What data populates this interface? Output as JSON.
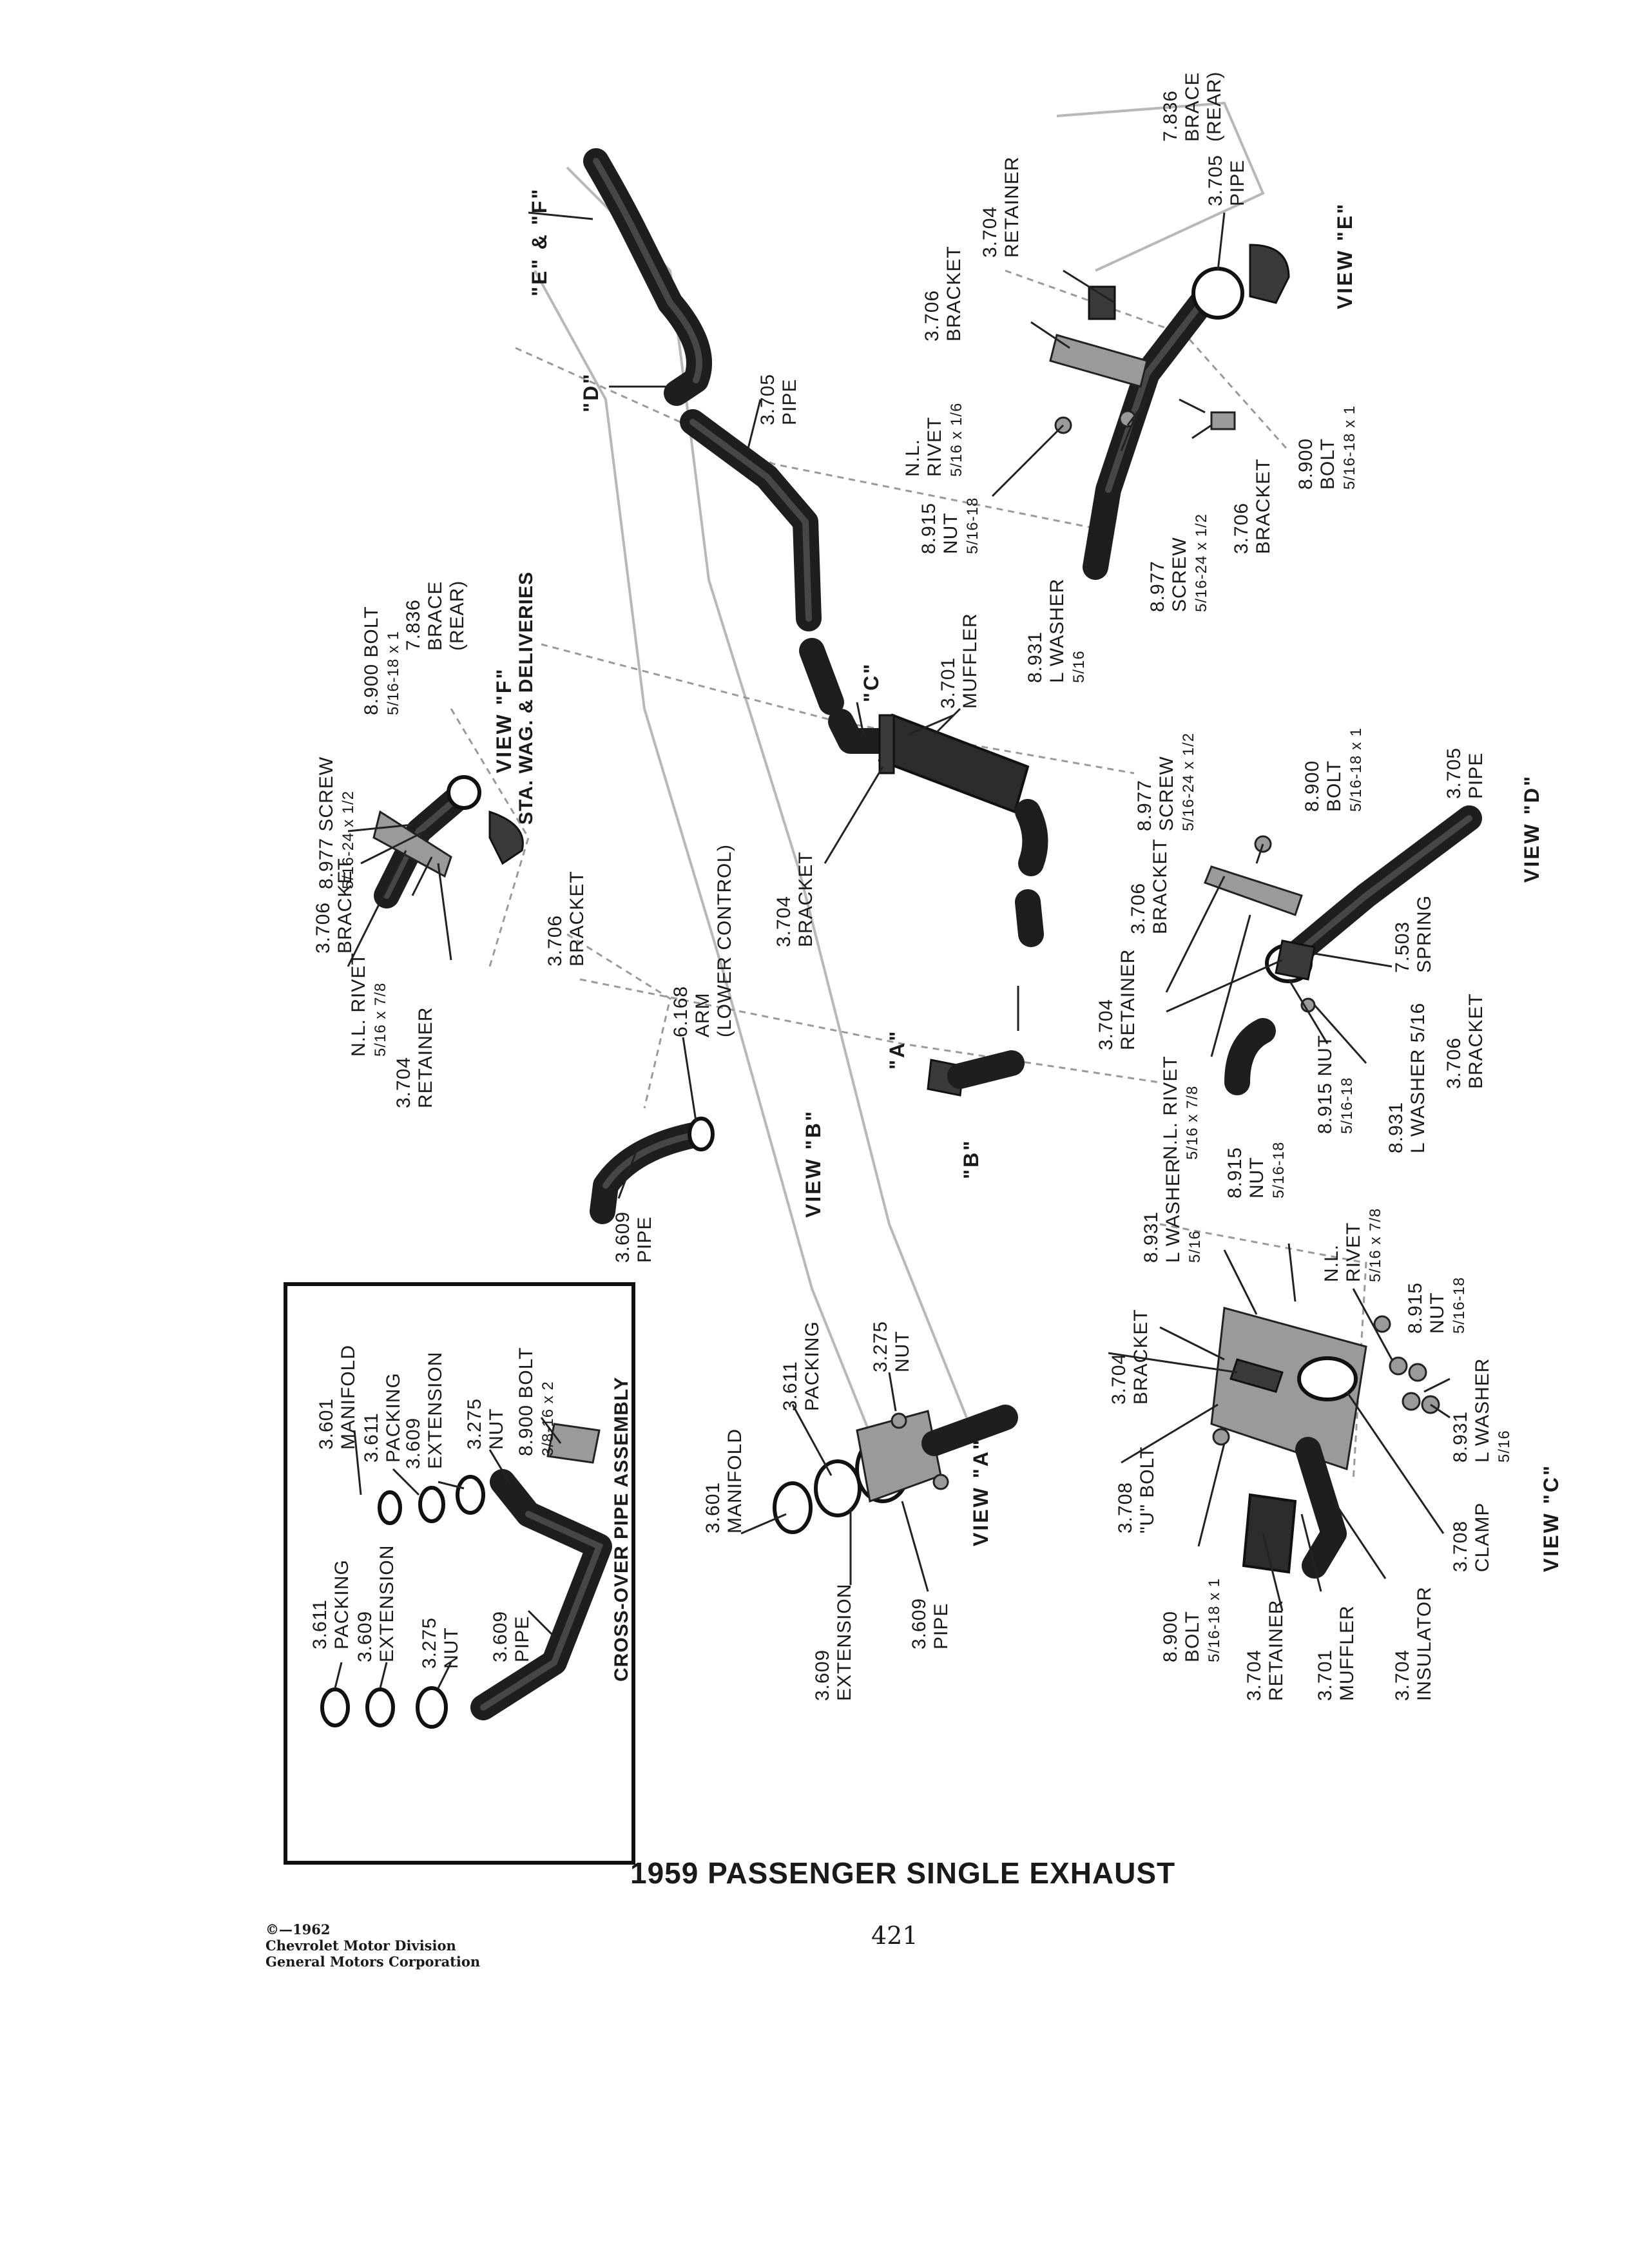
{
  "title": "1959 PASSENGER SINGLE EXHAUST",
  "page_number": "421",
  "copyright": [
    "©—1962",
    "Chevrolet Motor Division",
    "General Motors Corporation"
  ],
  "section_label": "STA. WAG. & DELIVERIES",
  "inset_title": "CROSS-OVER PIPE ASSEMBLY",
  "views": {
    "a": "VIEW \"A\"",
    "b": "VIEW \"B\"",
    "c": "VIEW \"C\"",
    "d": "VIEW \"D\"",
    "e": "VIEW \"E\"",
    "f": "VIEW \"F\""
  },
  "callouts": {
    "ef": "\"E\" & \"F\"",
    "d": "\"D\"",
    "c": "\"C\"",
    "a": "\"A\"",
    "b": "\"B\""
  },
  "labels": {
    "main_pipe_3705": [
      "3.705",
      "PIPE"
    ],
    "main_muffler_3701": [
      "3.701",
      "MUFFLER"
    ],
    "main_bracket_3704": [
      "3.704",
      "BRACKET"
    ],
    "b_arm_6168": [
      "6.168",
      "ARM",
      "(LOWER CONTROL)"
    ],
    "b_pipe_3609": [
      "3.609",
      "PIPE"
    ],
    "f_bolt_8900": [
      "8.900 BOLT",
      "5/16-18 x 1"
    ],
    "f_brace_7836": [
      "7.836",
      "BRACE",
      "(REAR)"
    ],
    "f_screw_8977": [
      "8.977 SCREW",
      "5/16-24 x 1/2"
    ],
    "f_bracket_3706_a": [
      "3.706",
      "BRACKET"
    ],
    "f_bracket_3706_b": [
      "3.706",
      "BRACKET"
    ],
    "f_rivet": [
      "N.L. RIVET",
      "5/16 x 7/8"
    ],
    "f_retainer_3704": [
      "3.704",
      "RETAINER"
    ],
    "e_brace_7836": [
      "7.836",
      "BRACE",
      "(REAR)"
    ],
    "e_pipe_3705": [
      "3.705",
      "PIPE"
    ],
    "e_retainer_3704": [
      "3.704",
      "RETAINER"
    ],
    "e_bracket_3706": [
      "3.706",
      "BRACKET"
    ],
    "e_rivet": [
      "N.L.",
      "RIVET",
      "5/16 x 1/6"
    ],
    "e_nut_8915": [
      "8.915",
      "NUT",
      "5/16-18"
    ],
    "e_bolt_8900": [
      "8.900",
      "BOLT",
      "5/16-18 x 1"
    ],
    "e_bracket_3706_b": [
      "3.706",
      "BRACKET"
    ],
    "e_screw_8977": [
      "8.977",
      "SCREW",
      "5/16-24 x 1/2"
    ],
    "e_washer_8931": [
      "8.931",
      "L WASHER",
      "5/16"
    ],
    "d_screw_8977": [
      "8.977",
      "SCREW",
      "5/16-24 x 1/2"
    ],
    "d_bolt_8900": [
      "8.900",
      "BOLT",
      "5/16-18 x 1"
    ],
    "d_pipe_3705": [
      "3.705",
      "PIPE"
    ],
    "d_bracket_3706": [
      "3.706",
      "BRACKET"
    ],
    "d_retainer_3704": [
      "3.704",
      "RETAINER"
    ],
    "d_spring_7503": [
      "7.503",
      "SPRING"
    ],
    "d_rivet": [
      "N.L. RIVET",
      "5/16 x 7/8"
    ],
    "d_nut_8915": [
      "8.915 NUT",
      "5/16-18"
    ],
    "d_washer_8931": [
      "8.931",
      "L WASHER 5/16"
    ],
    "d_bracket_3706_b": [
      "3.706",
      "BRACKET"
    ],
    "c_washer_8931": [
      "8.931",
      "L WASHER",
      "5/16"
    ],
    "c_nut_8915": [
      "8.915",
      "NUT",
      "5/16-18"
    ],
    "c_rivet": [
      "N.L.",
      "RIVET",
      "5/16 x 7/8"
    ],
    "c_nut_8915_b": [
      "8.915",
      "NUT",
      "5/16-18"
    ],
    "c_washer_8931_b": [
      "8.931",
      "L WASHER",
      "5/16"
    ],
    "c_clamp_3708": [
      "3.708",
      "CLAMP"
    ],
    "c_insulator_3704": [
      "3.704",
      "INSULATOR"
    ],
    "c_muffler_3701": [
      "3.701",
      "MUFFLER"
    ],
    "c_retainer_3704": [
      "3.704",
      "RETAINER"
    ],
    "c_bolt_8900": [
      "8.900",
      "BOLT",
      "5/16-18 x 1"
    ],
    "c_ubolt_3708": [
      "3.708",
      "\"U\" BOLT"
    ],
    "c_bracket_3704": [
      "3.704",
      "BRACKET"
    ],
    "a_manifold_3601": [
      "3.601",
      "MANIFOLD"
    ],
    "a_packing_3611": [
      "3.611",
      "PACKING"
    ],
    "a_nut_3275": [
      "3.275",
      "NUT"
    ],
    "a_extension_3609": [
      "3.609",
      "EXTENSION"
    ],
    "a_pipe_3609": [
      "3.609",
      "PIPE"
    ],
    "i_manifold_3601": [
      "3.601",
      "MANIFOLD"
    ],
    "i_packing_3611": [
      "3.611",
      "PACKING"
    ],
    "i_extension_3609": [
      "3.609",
      "EXTENSION"
    ],
    "i_nut_3275": [
      "3.275",
      "NUT"
    ],
    "i_bolt_8900": [
      "8.900 BOLT",
      "3/8-16 x 2"
    ],
    "i_packing_3611_b": [
      "3.611",
      "PACKING"
    ],
    "i_extension_3609_b": [
      "3.609",
      "EXTENSION"
    ],
    "i_nut_3275_b": [
      "3.275",
      "NUT"
    ],
    "i_pipe_3609": [
      "3.609",
      "PIPE"
    ]
  }
}
